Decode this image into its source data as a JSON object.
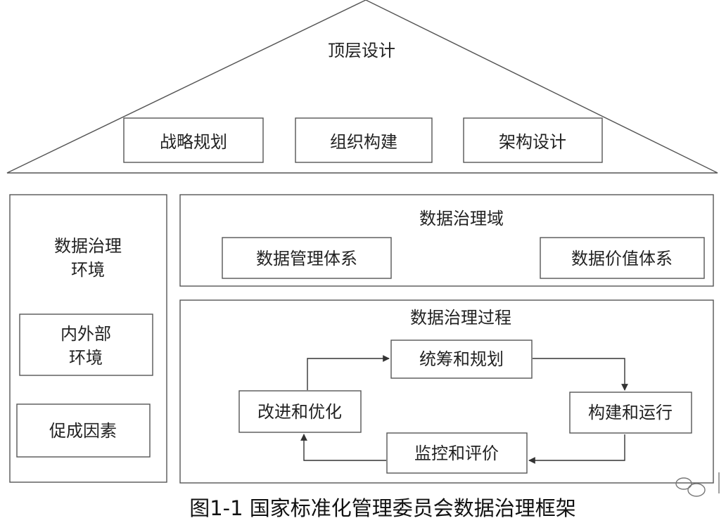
{
  "roof": {
    "title": "顶层设计",
    "items": [
      "战略规划",
      "组织构建",
      "架构设计"
    ]
  },
  "environment": {
    "title_line1": "数据治理",
    "title_line2": "环境",
    "box1_line1": "内外部",
    "box1_line2": "环境",
    "box2": "促成因素"
  },
  "domain": {
    "title": "数据治理域",
    "left": "数据管理体系",
    "right": "数据价值体系"
  },
  "process": {
    "title": "数据治理过程",
    "top": "统筹和规划",
    "right": "构建和运行",
    "bottom": "监控和评价",
    "left": "改进和优化"
  },
  "caption": "图1-1 国家标准化管理委员会数据治理框架"
}
